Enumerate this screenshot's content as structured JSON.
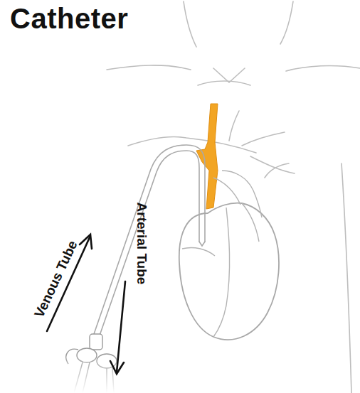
{
  "diagram": {
    "title": "Catheter",
    "labels": [
      "Venous Tube",
      "Arterial Tube"
    ]
  }
}
